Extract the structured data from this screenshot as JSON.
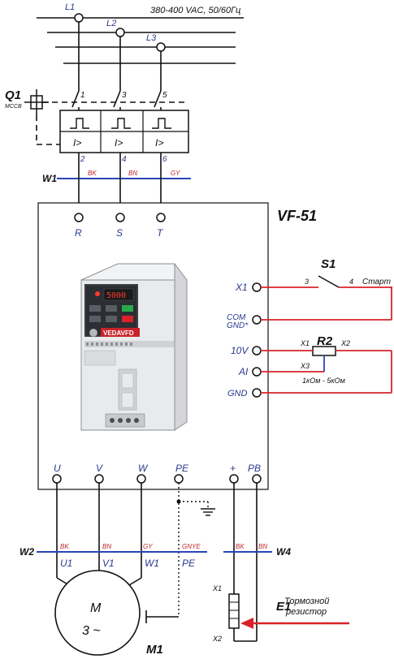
{
  "supply": {
    "voltage_label": "380-400 VAC, 50/60Гц",
    "lines": [
      "L1",
      "L2",
      "L3"
    ]
  },
  "breaker": {
    "ref": "Q1",
    "type": "MCCB",
    "in_pins": [
      "1",
      "3",
      "5"
    ],
    "out_pins": [
      "2",
      "4",
      "6"
    ]
  },
  "w1": {
    "ref": "W1",
    "colors": [
      "BK",
      "BN",
      "GY"
    ]
  },
  "vfd": {
    "ref": "VF-51",
    "input_terminals": [
      "R",
      "S",
      "T"
    ],
    "output_terminals": [
      "U",
      "V",
      "W",
      "PE"
    ],
    "brake_terminals": [
      "+",
      "PB"
    ],
    "control_terminals": [
      "X1",
      "COM\nGND*",
      "10V",
      "AI",
      "GND"
    ],
    "com_line1": "COM",
    "com_line2": "GND*",
    "brand": "VEDAVFD",
    "display": "5000"
  },
  "switch": {
    "ref": "S1",
    "pin_a": "3",
    "pin_b": "4",
    "label": "Старт"
  },
  "pot": {
    "ref": "R2",
    "pins": [
      "X1",
      "X2",
      "X3"
    ],
    "range": "1кОм - 5кОм"
  },
  "w2": {
    "ref": "W2",
    "colors": [
      "BK",
      "BN",
      "GY",
      "GNYE"
    ]
  },
  "w4": {
    "ref": "W4",
    "colors": [
      "BK",
      "BN"
    ]
  },
  "motor": {
    "ref": "M1",
    "symbol": "M",
    "phase": "3 ~",
    "terminals": [
      "U1",
      "V1",
      "W1",
      "PE"
    ]
  },
  "resistor": {
    "ref": "E1",
    "pins": [
      "X1",
      "X2"
    ],
    "label_line1": "Тормозной",
    "label_line2": "резистор"
  },
  "colors": {
    "accent_red": "#d8232a",
    "cable_blue": "#2a46b8",
    "label_blue": "#2b3a8c"
  }
}
